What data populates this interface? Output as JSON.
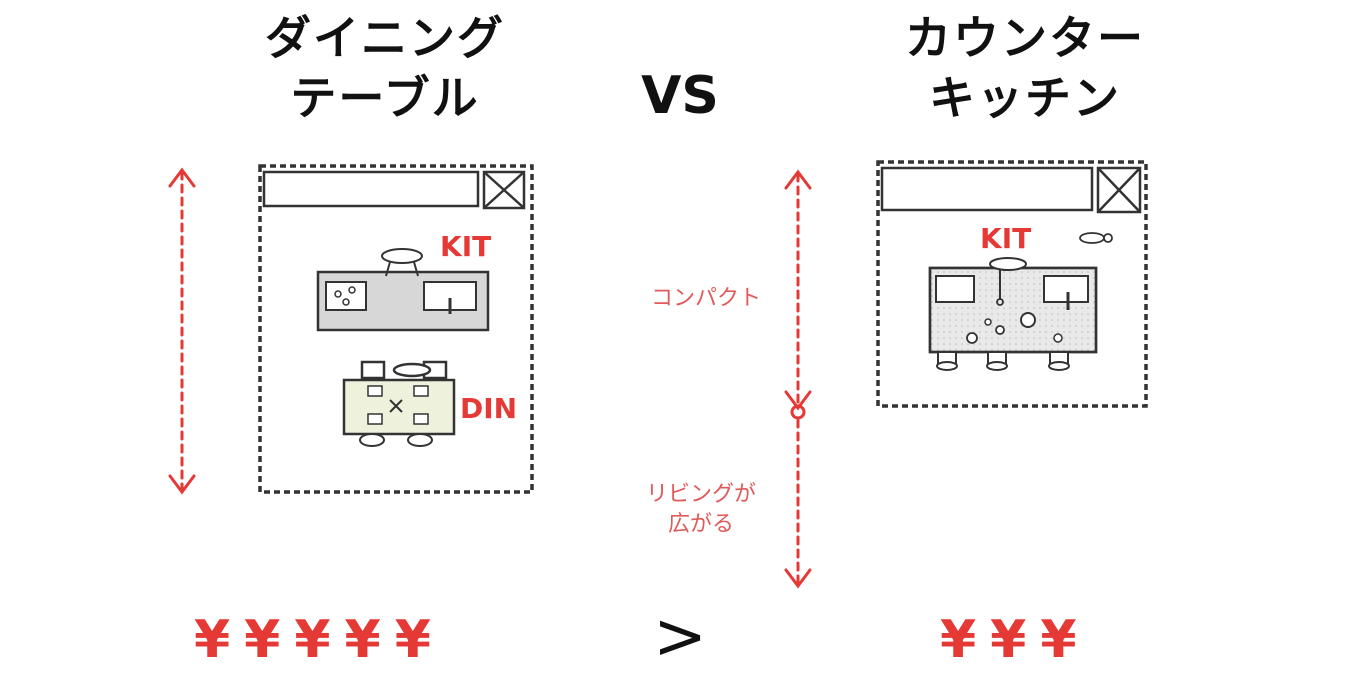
{
  "left": {
    "title_line1": "ダイニング",
    "title_line2": "テーブル",
    "kit_label": "KIT",
    "din_label": "DIN",
    "cost": "¥¥¥¥¥"
  },
  "vs": "VS",
  "right": {
    "title_line1": "カウンター",
    "title_line2": "キッチン",
    "kit_label": "KIT",
    "cost": "¥¥¥"
  },
  "middle": {
    "compact_label": "コンパクト",
    "living_line1": "リビングが",
    "living_line2": "広がる",
    "comparison": ">"
  },
  "colors": {
    "accent_red": "#e53935",
    "ink": "#222222",
    "counter_gray": "#d7d7d7",
    "table_green": "#eef2dc"
  }
}
